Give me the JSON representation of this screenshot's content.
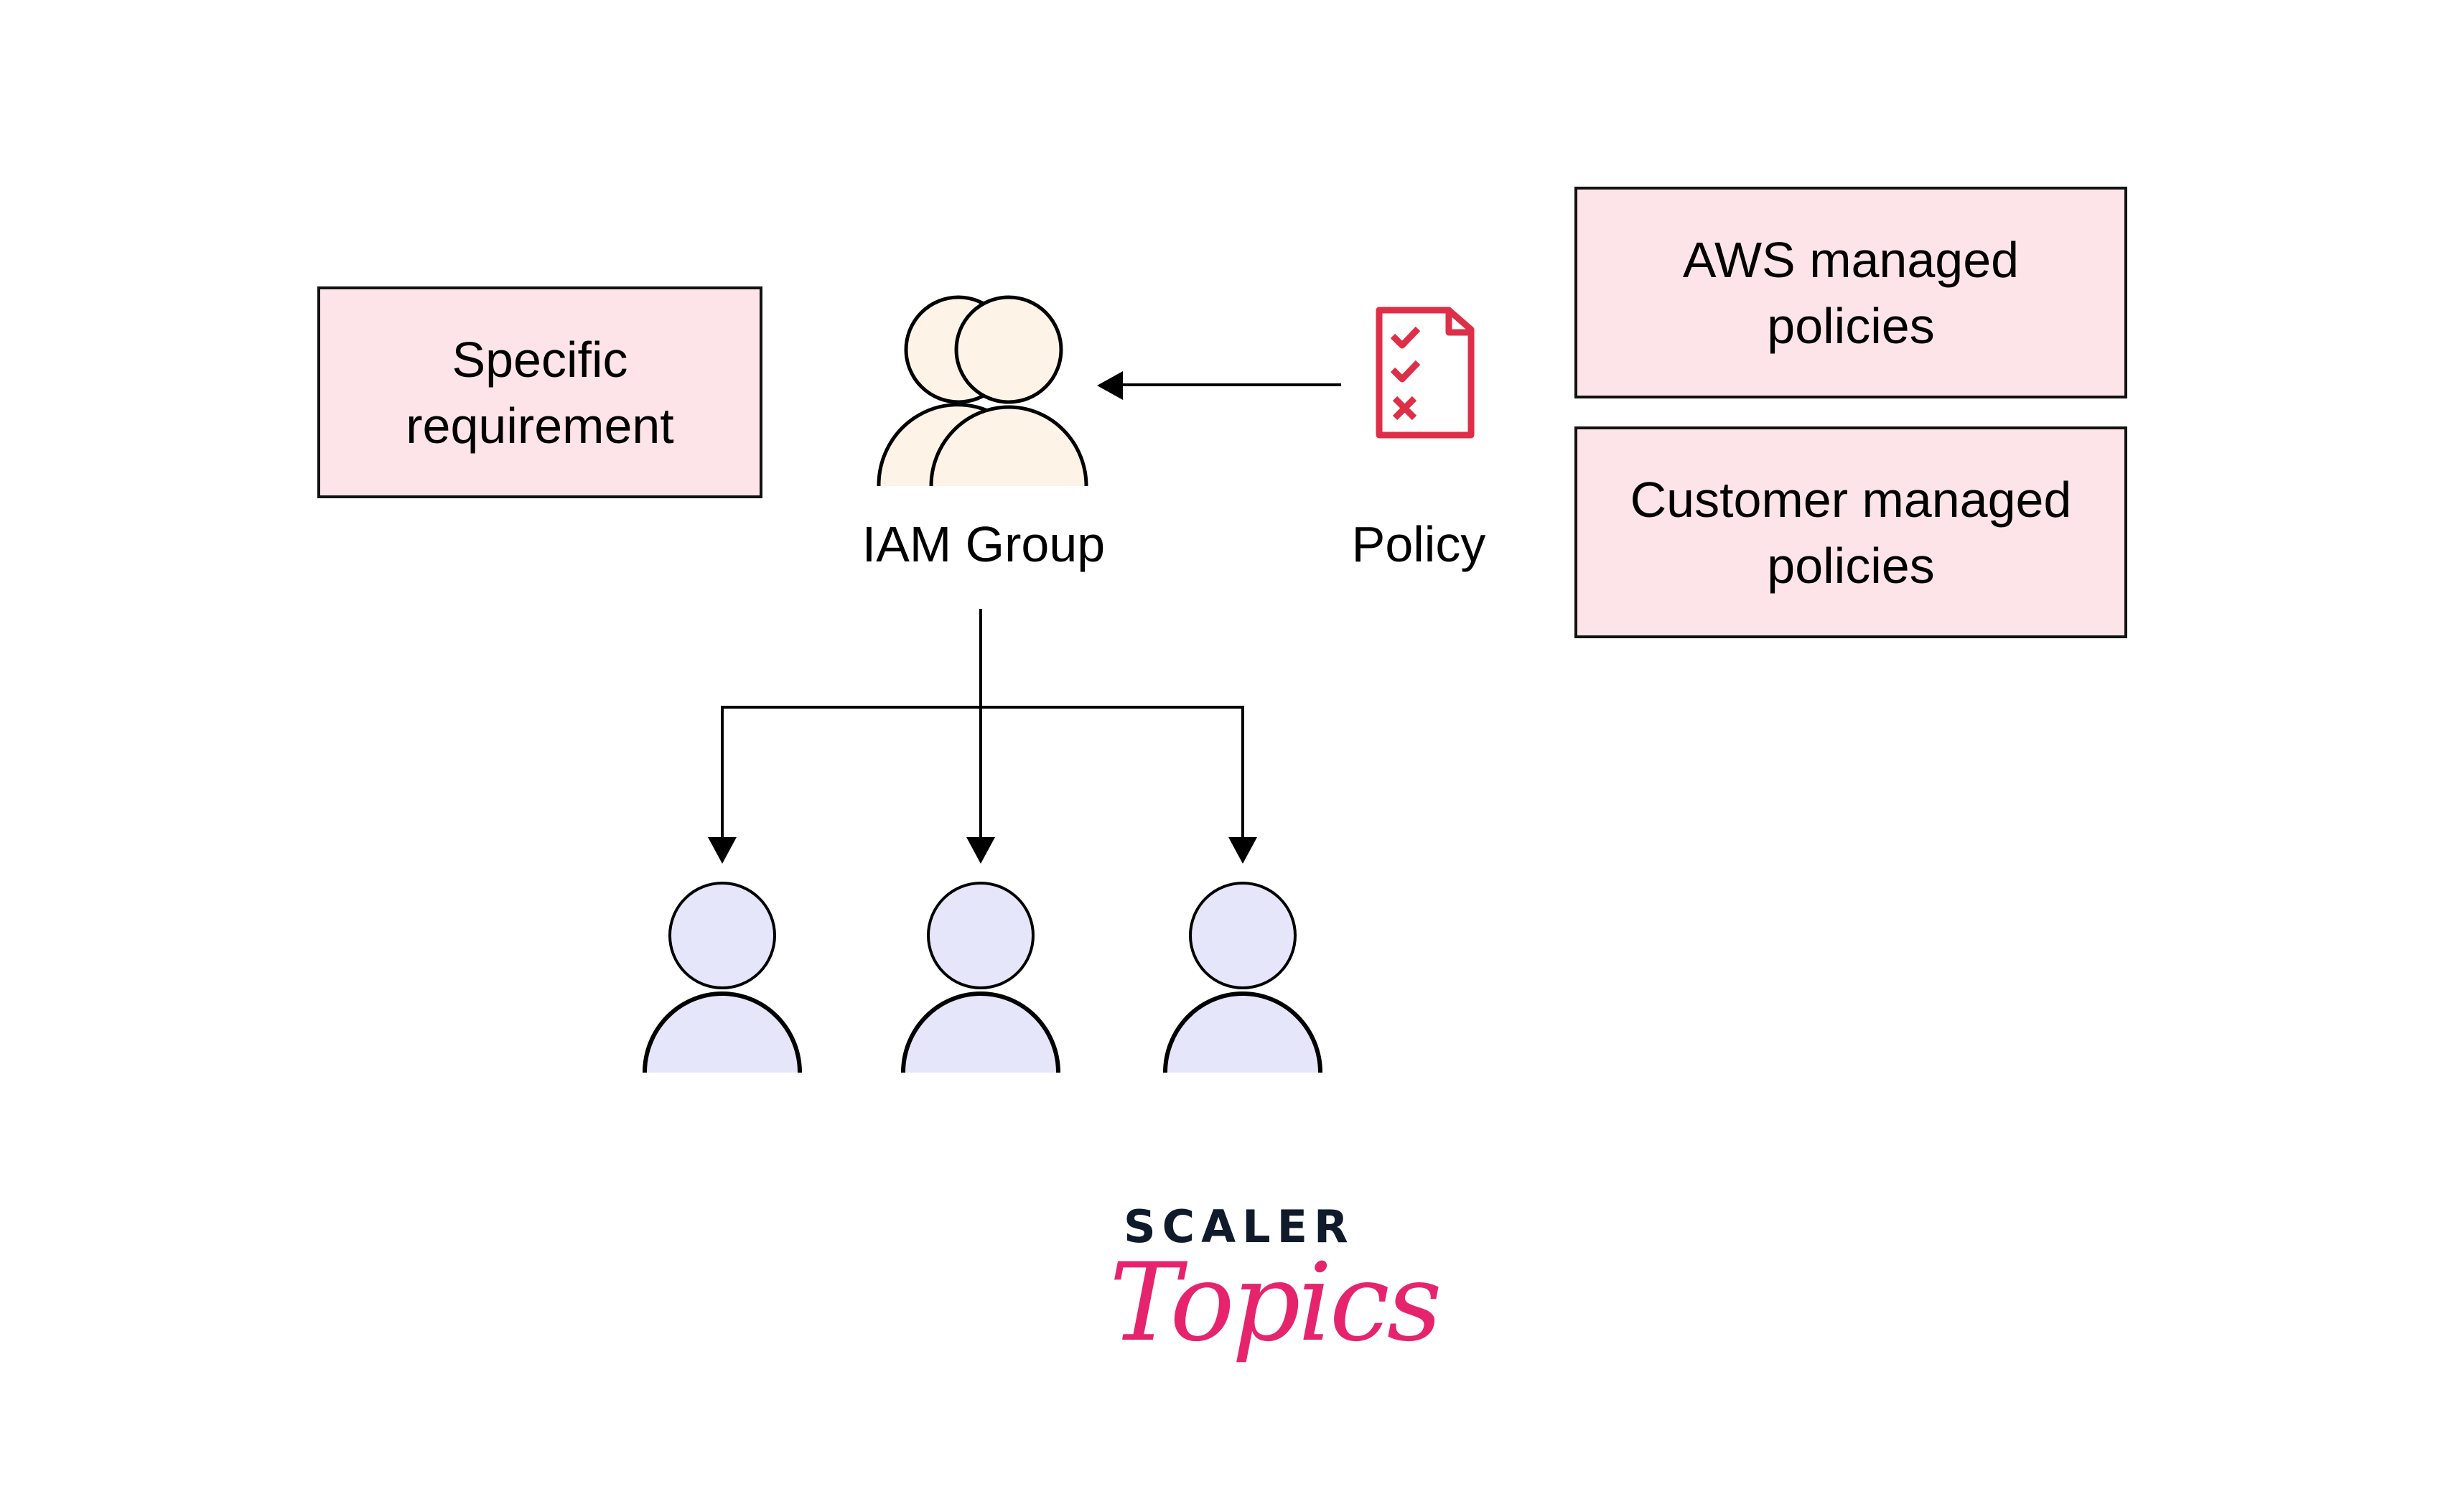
{
  "diagram": {
    "title": "IAM Group with policies",
    "boxes": {
      "specific_requirement": [
        "Specific",
        "requirement"
      ],
      "aws_managed": [
        "AWS managed",
        "policies"
      ],
      "customer_managed": [
        "Customer managed",
        "policies"
      ]
    },
    "nodes": {
      "iam_group": "IAM Group",
      "policy": "Policy"
    },
    "user_count": 3,
    "colors": {
      "box_fill": "#fde4e8",
      "group_fill": "#fdf4e7",
      "user_fill": "#e6e6fa",
      "policy_icon": "#de2f48",
      "logo_dark": "#0f1a2b",
      "logo_pink": "#e6246e"
    }
  },
  "logo": {
    "line1": "SCALER",
    "line2": "Topics"
  }
}
